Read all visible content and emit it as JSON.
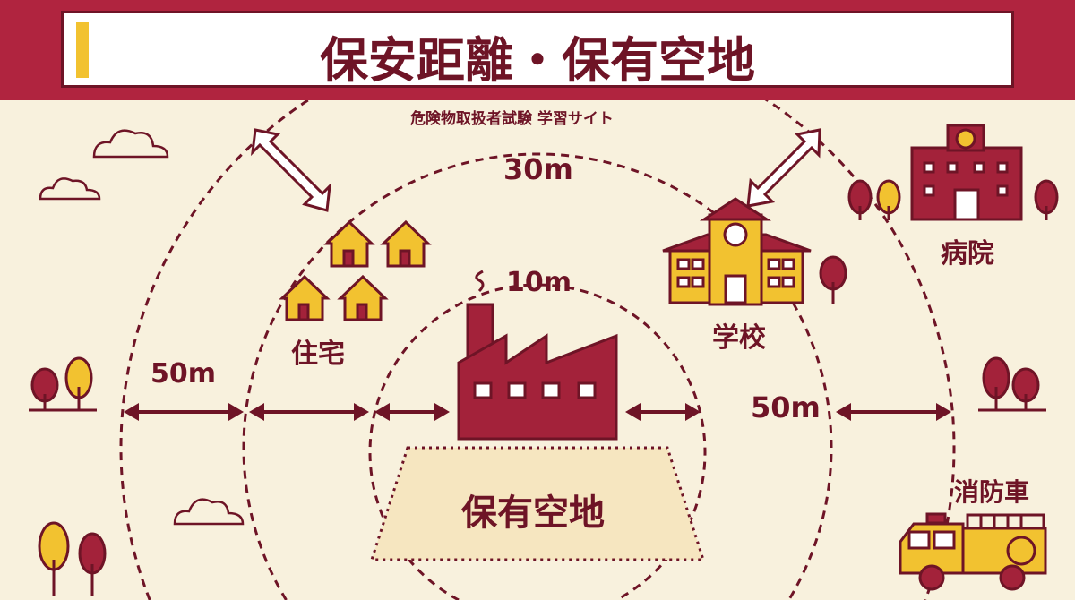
{
  "header": {
    "title": "保安距離・保有空地",
    "subtitle": "危険物取扱者試験 学習サイト"
  },
  "distances": {
    "inner": "10m",
    "middle": "30m",
    "left_outer": "50m",
    "right_outer": "50m"
  },
  "labels": {
    "housing": "住宅",
    "school": "学校",
    "hospital": "病院",
    "fire_truck": "消防車",
    "open_space": "保有空地"
  },
  "colors": {
    "maroon": "#6e1426",
    "header": "#b0243f",
    "yellow": "#f2c230",
    "background": "#f8f1dd"
  }
}
